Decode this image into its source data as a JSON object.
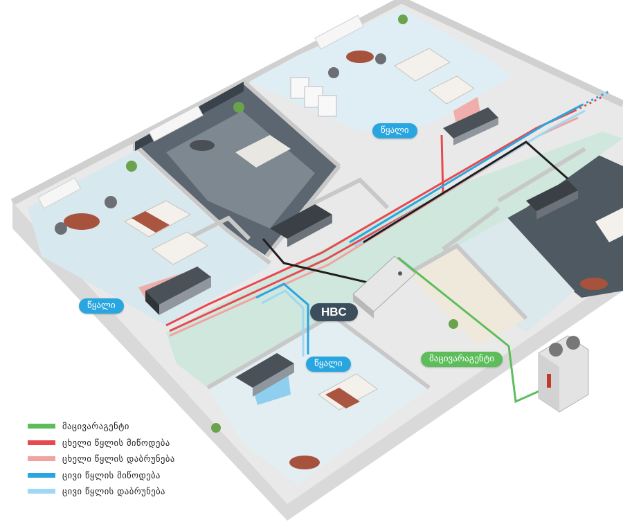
{
  "labels": {
    "water_top": "წყალი",
    "water_left": "წყალი",
    "water_center": "წყალი",
    "hbc": "HBC",
    "refrigerant": "მაცივარაგენტი"
  },
  "legend": [
    {
      "label": "მაცივარაგენტი",
      "color": "#5cbd5a"
    },
    {
      "label": "ცხელი წყლის მიწოდება",
      "color": "#e8494f"
    },
    {
      "label": "ცხელი წყლის დაბრუნება",
      "color": "#f0a3a0"
    },
    {
      "label": "ცივი წყლის მიწოდება",
      "color": "#29a6e0"
    },
    {
      "label": "ცივი წყლის დაბრუნება",
      "color": "#9fd8f2"
    }
  ]
}
